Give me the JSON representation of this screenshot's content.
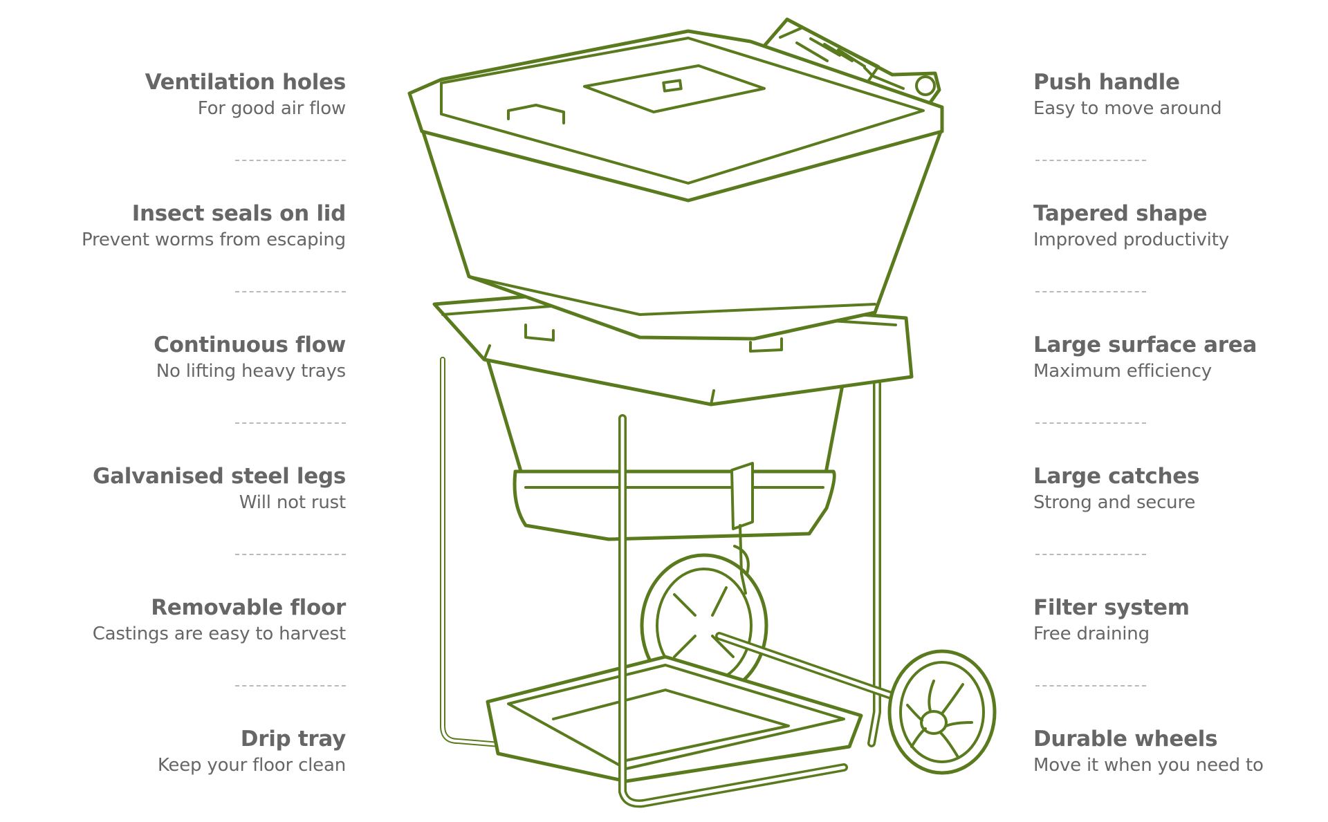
{
  "palette": {
    "outline": "#5a7a1e",
    "text": "#666666",
    "divider": "#b8b8b8",
    "background": "#ffffff"
  },
  "left_features": [
    {
      "title": "Ventilation holes",
      "subtitle": "For good air flow"
    },
    {
      "title": "Insect seals on lid",
      "subtitle": "Prevent worms from escaping"
    },
    {
      "title": "Continuous flow",
      "subtitle": "No lifting heavy trays"
    },
    {
      "title": "Galvanised steel legs",
      "subtitle": "Will not rust"
    },
    {
      "title": "Removable floor",
      "subtitle": "Castings are easy to harvest"
    },
    {
      "title": "Drip tray",
      "subtitle": "Keep your floor clean"
    }
  ],
  "right_features": [
    {
      "title": "Push handle",
      "subtitle": "Easy to move around"
    },
    {
      "title": "Tapered shape",
      "subtitle": "Improved productivity"
    },
    {
      "title": "Large surface area",
      "subtitle": "Maximum efficiency"
    },
    {
      "title": "Large catches",
      "subtitle": "Strong and secure"
    },
    {
      "title": "Filter system",
      "subtitle": "Free draining"
    },
    {
      "title": "Durable wheels",
      "subtitle": "Move it when you need to"
    }
  ]
}
